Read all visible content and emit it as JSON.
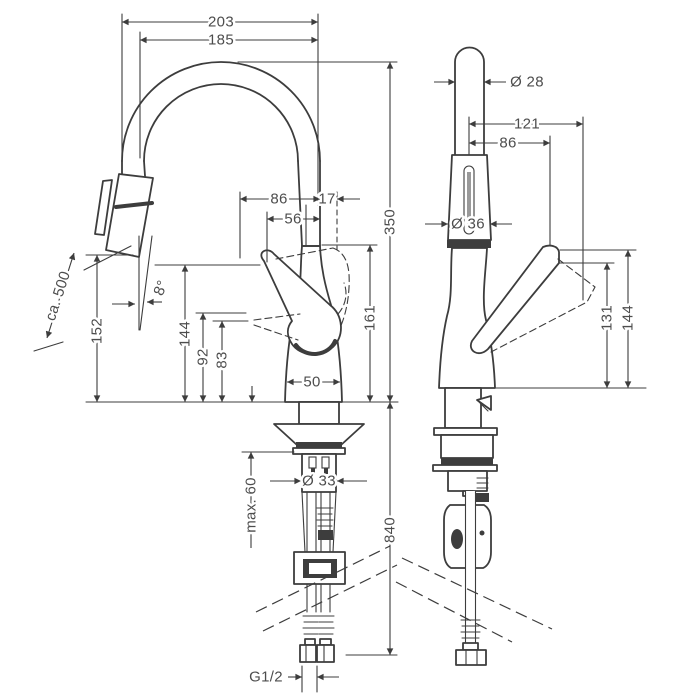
{
  "page": {
    "background": "#ffffff",
    "line_color": "#3d3d3d",
    "text_color": "#4d4d4d"
  },
  "front_view": {
    "dims": {
      "d203": "203",
      "d185": "185",
      "d86": "86",
      "d17": "17",
      "d56": "56",
      "d350": "350",
      "d161": "161",
      "d144": "144",
      "d92": "92",
      "d83": "83",
      "d152": "152",
      "ca500": "ca. 500",
      "angle": "8°",
      "d50": "50",
      "max60": "max. 60",
      "dia33": "Ø 33",
      "d840": "840",
      "g12": "G1/2"
    }
  },
  "side_view": {
    "dims": {
      "dia28": "Ø 28",
      "d121": "121",
      "d86": "86",
      "dia36": "Ø 36",
      "d131": "131",
      "d144": "144"
    }
  }
}
